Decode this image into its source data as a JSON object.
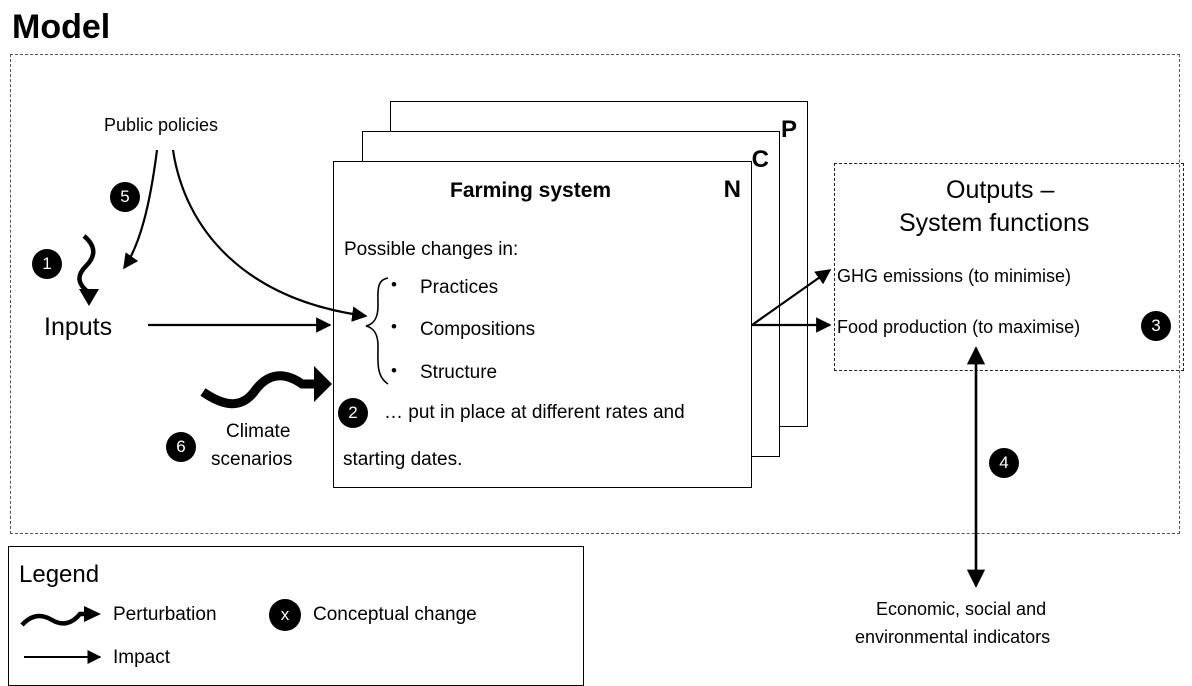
{
  "title": "Model",
  "public_policies": "Public policies",
  "inputs": "Inputs",
  "climate": {
    "line1": "Climate",
    "line2": "scenarios"
  },
  "farming": {
    "title": "Farming system",
    "layers": [
      "P",
      "C",
      "N"
    ],
    "possible_changes": "Possible changes in:",
    "items": [
      "Practices",
      "Compositions",
      "Structure"
    ],
    "bullet": "•",
    "rates_line1": "… put in place at different rates and",
    "rates_line2": "starting dates."
  },
  "outputs": {
    "title_line1": "Outputs –",
    "title_line2": "System functions",
    "items": [
      "GHG emissions (to minimise)",
      "Food production (to maximise)"
    ]
  },
  "indicators": {
    "line1": "Economic, social and",
    "line2": "environmental indicators"
  },
  "badges": [
    "1",
    "2",
    "3",
    "4",
    "5",
    "6"
  ],
  "legend": {
    "title": "Legend",
    "perturbation": "Perturbation",
    "impact": "Impact",
    "conceptual_symbol": "x",
    "conceptual_change": "Conceptual change"
  }
}
